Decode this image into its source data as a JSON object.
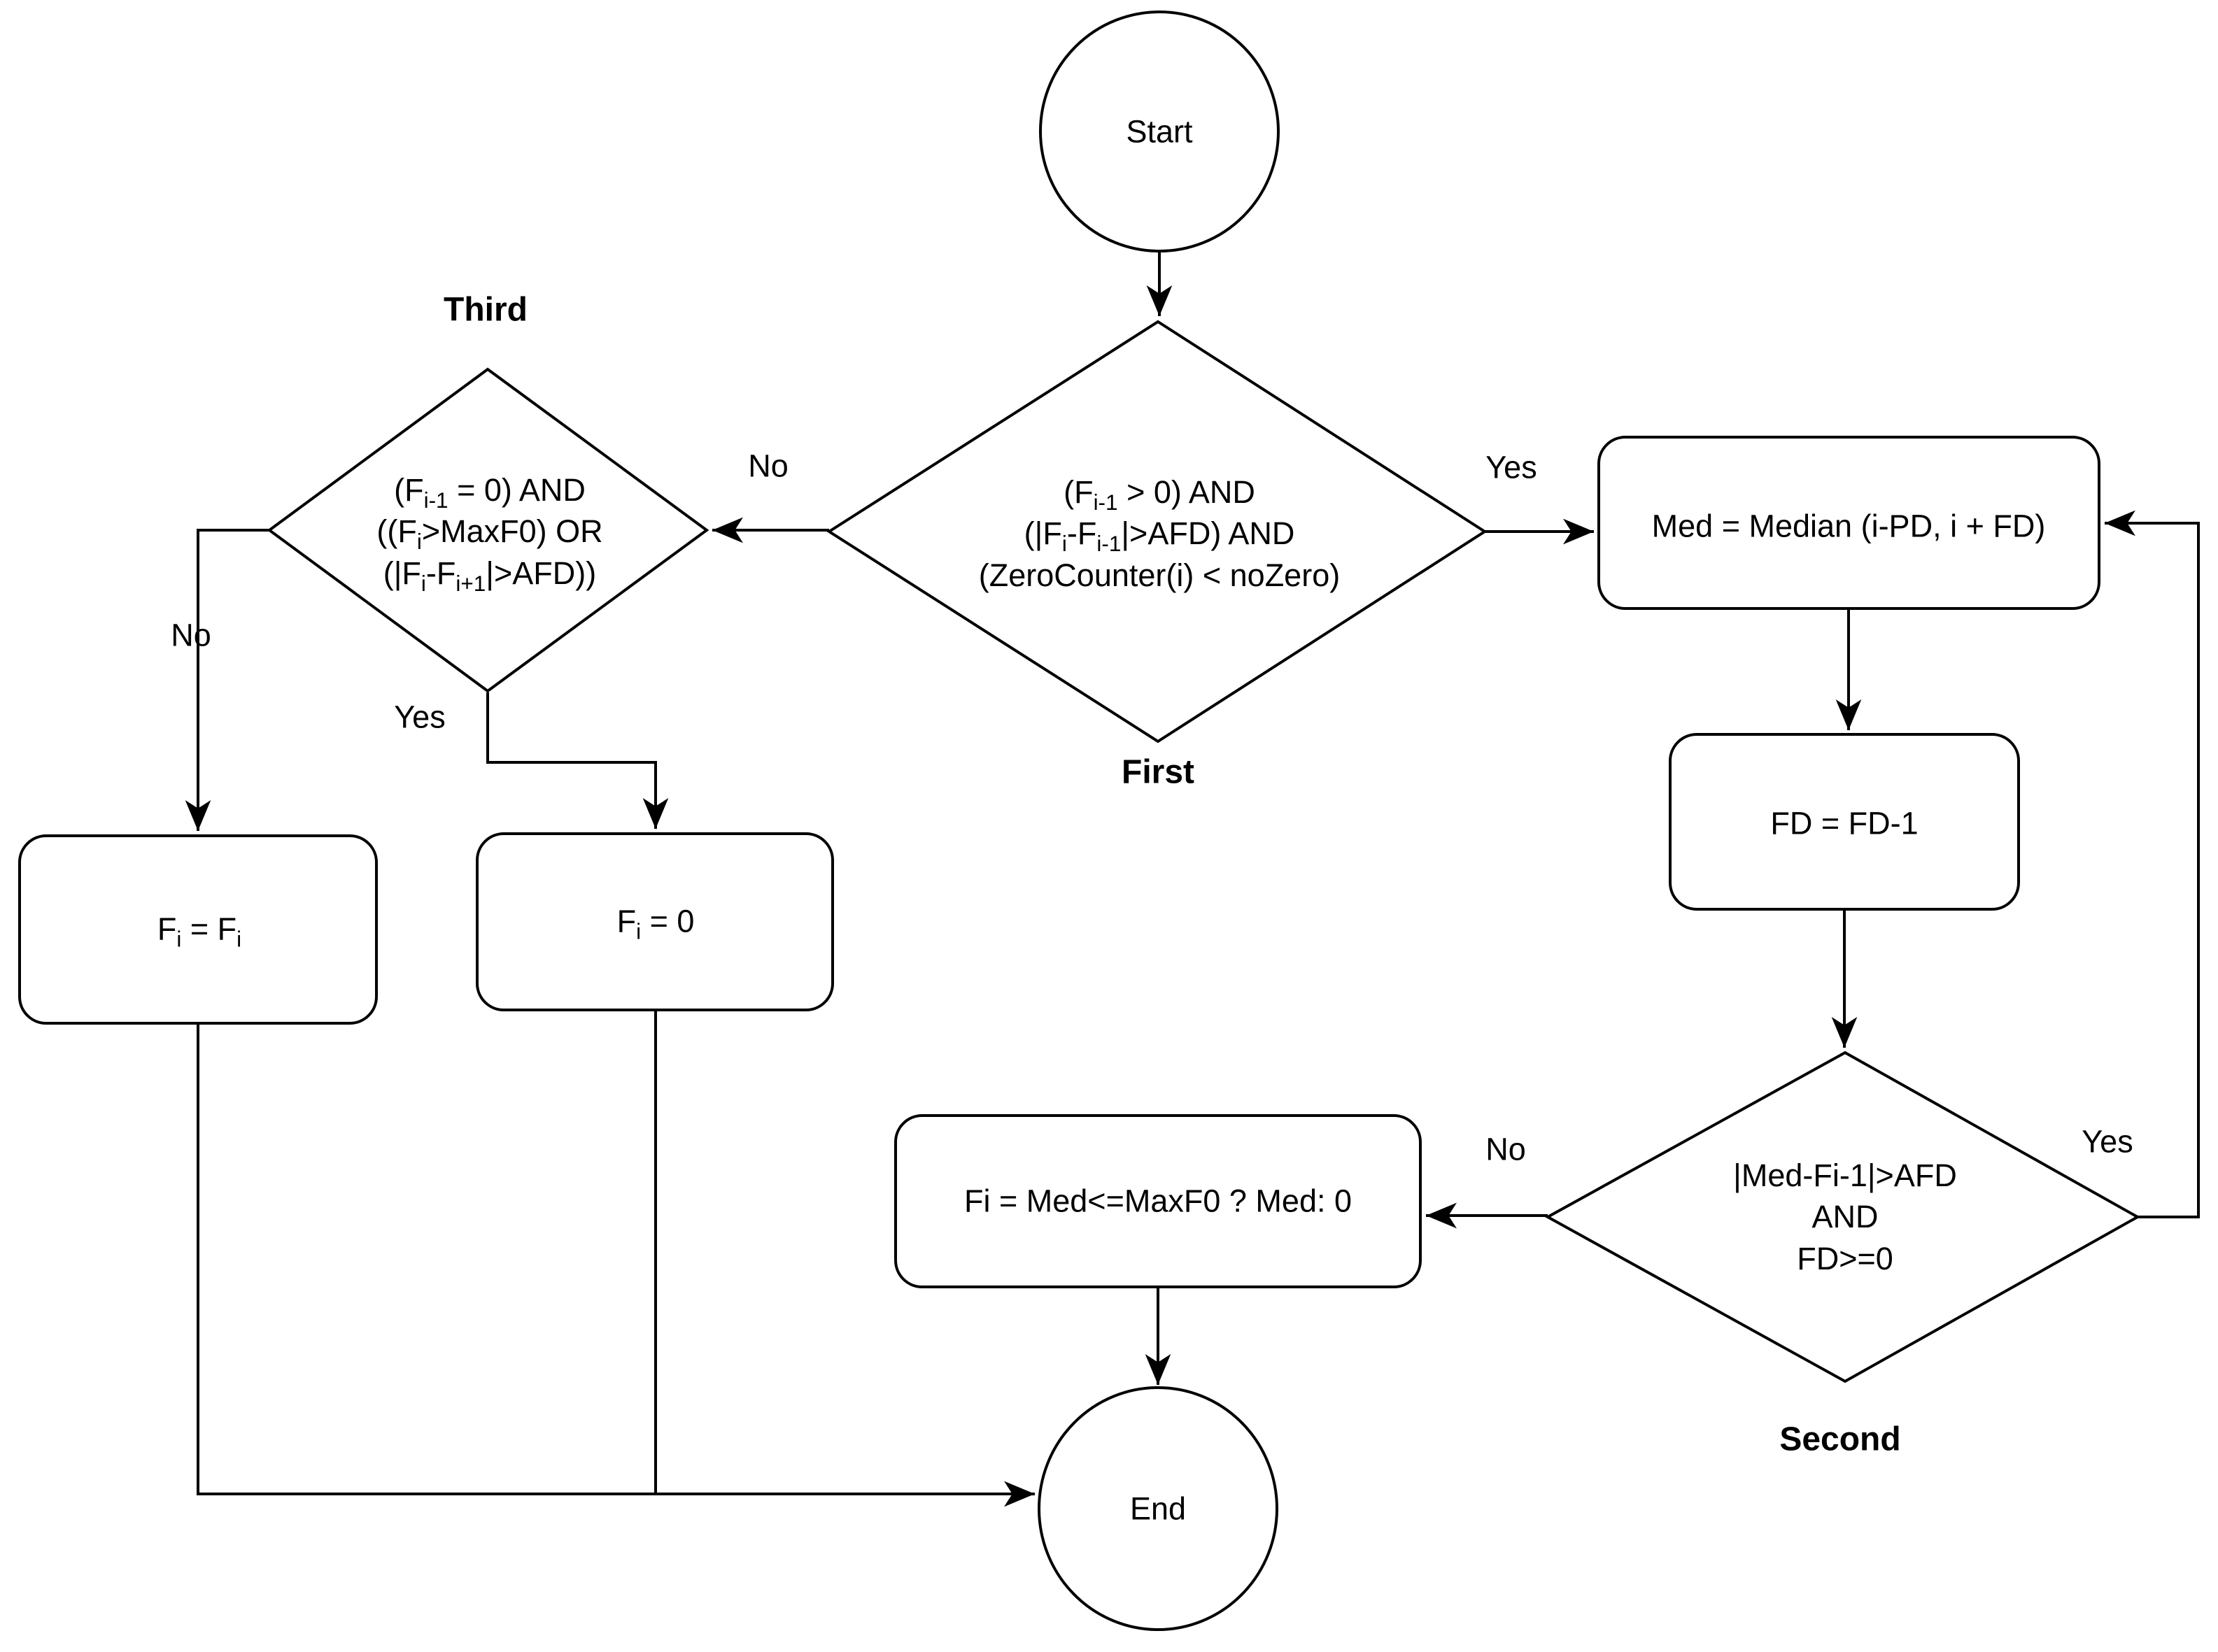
{
  "diagram": {
    "background_color": "#ffffff",
    "line_color": "#000000",
    "node_fill": "#ffffff"
  },
  "nodes": {
    "start": {
      "label": "Start"
    },
    "end": {
      "label": "End"
    },
    "first": {
      "tag": "First",
      "l1": [
        "(F",
        "i-1",
        " > 0) AND"
      ],
      "l2": [
        "(|F",
        "i",
        "-F",
        "i-1",
        "|>AFD) AND"
      ],
      "l3": "(ZeroCounter(i) < noZero)"
    },
    "third": {
      "tag": "Third",
      "l1": [
        "(F",
        "i-1",
        " = 0) AND"
      ],
      "l2": [
        "((F",
        "i",
        ">MaxF0) OR"
      ],
      "l3": [
        "(|F",
        "i",
        "-F",
        "i+1",
        "|>AFD))"
      ]
    },
    "second": {
      "tag": "Second",
      "l1": "|Med-Fi-1|>AFD",
      "l2": "AND",
      "l3": "FD>=0"
    },
    "med": {
      "label": "Med = Median (i-PD, i + FD)"
    },
    "fd": {
      "label": "FD = FD-1"
    },
    "fimed": {
      "label": "Fi = Med<=MaxF0 ? Med: 0"
    },
    "fifi": [
      "F",
      "i",
      " = F",
      "i"
    ],
    "fizero": [
      "F",
      "i",
      " = 0"
    ]
  },
  "edge_labels": {
    "first_yes": "Yes",
    "first_no": "No",
    "third_no": "No",
    "third_yes": "Yes",
    "second_yes": "Yes",
    "second_no": "No"
  }
}
